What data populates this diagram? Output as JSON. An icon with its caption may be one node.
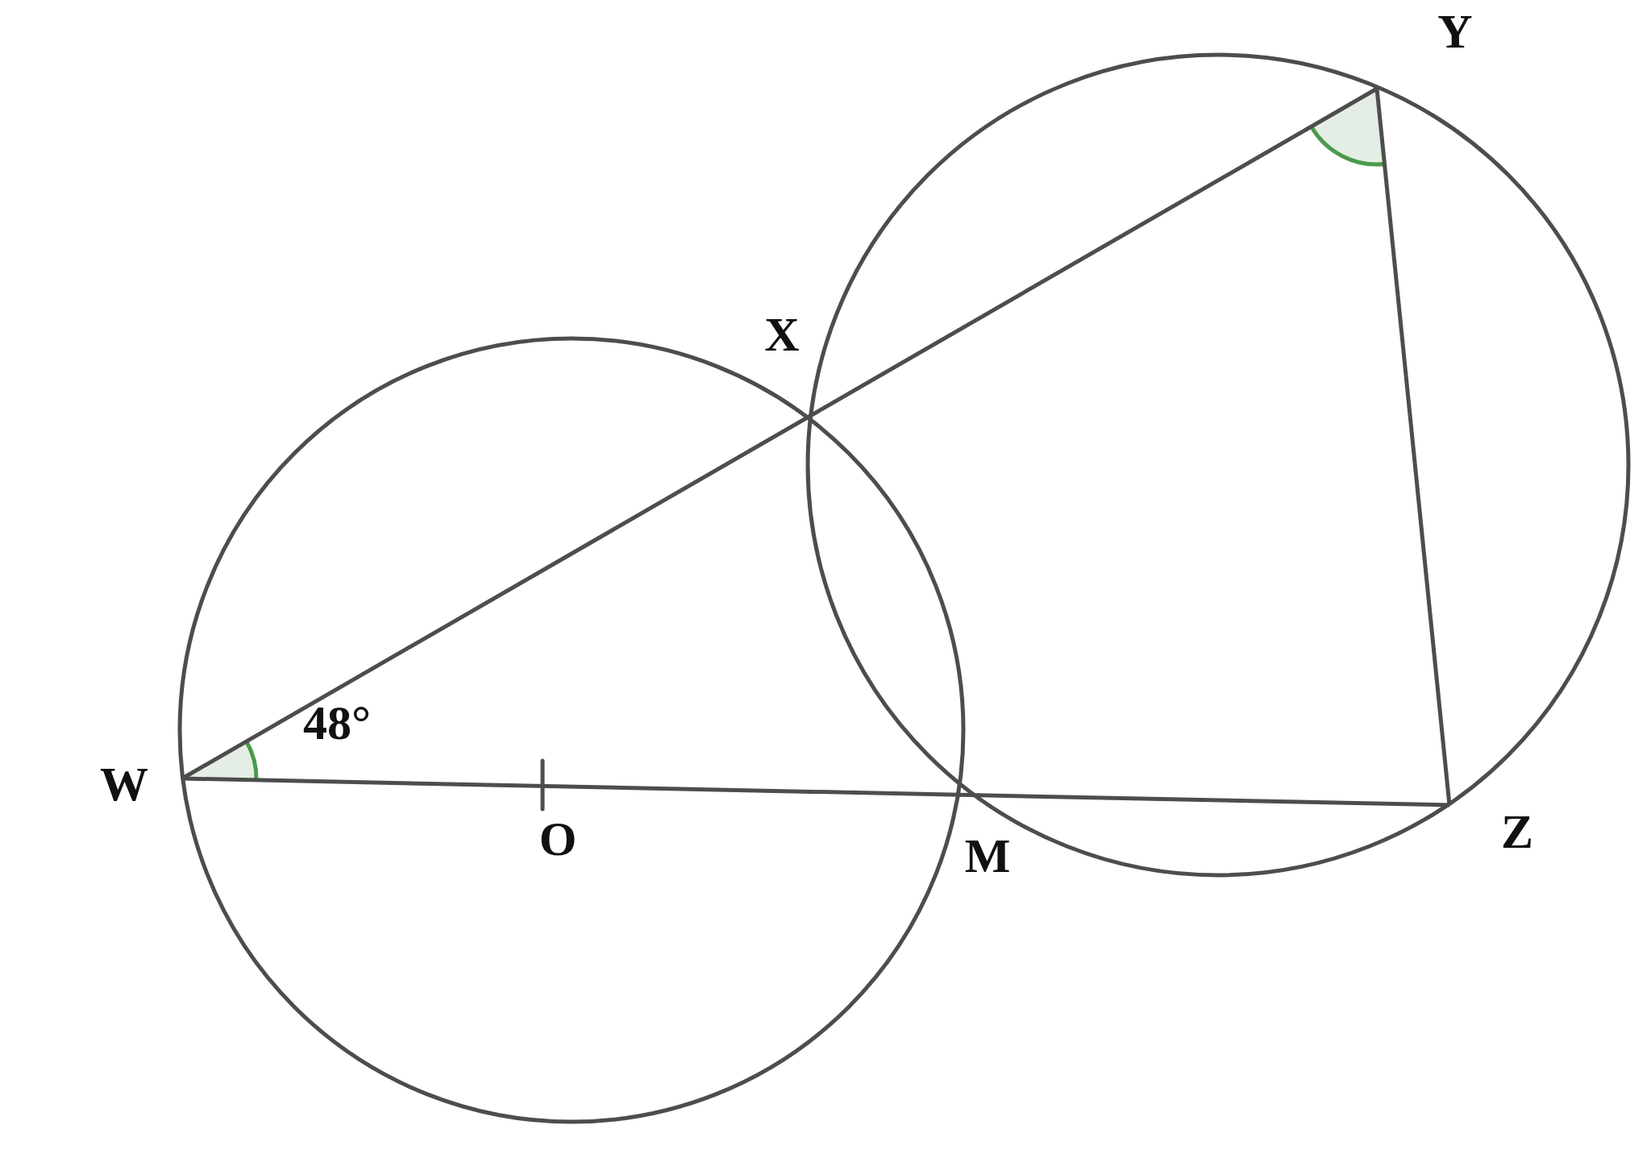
{
  "diagram": {
    "labels": [
      "Y",
      "X",
      "48°",
      "W",
      "O",
      "M",
      "Z"
    ]
  }
}
